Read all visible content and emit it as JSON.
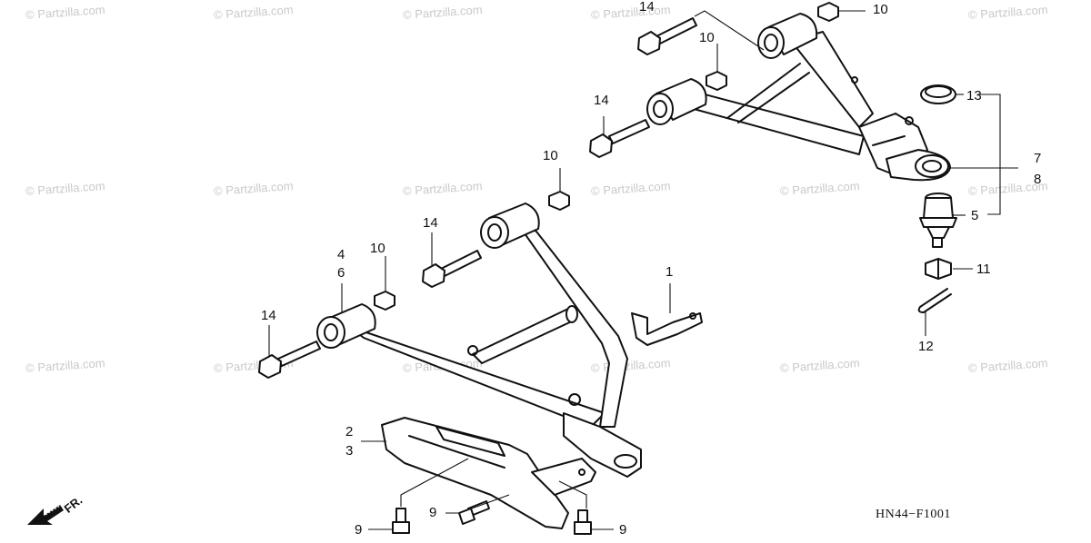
{
  "watermark": "© Partzilla.com",
  "diagram_code": "HN44−F1001",
  "direction_label": "FR.",
  "callouts": {
    "c1": "1",
    "c2": "2",
    "c3": "3",
    "c4": "4",
    "c5": "5",
    "c6": "6",
    "c7": "7",
    "c8": "8",
    "c9a": "9",
    "c9b": "9",
    "c9c": "9",
    "c10a": "10",
    "c10b": "10",
    "c10c": "10",
    "c10d": "10",
    "c11": "11",
    "c12": "12",
    "c13": "13",
    "c14a": "14",
    "c14b": "14",
    "c14c": "14",
    "c14d": "14"
  }
}
